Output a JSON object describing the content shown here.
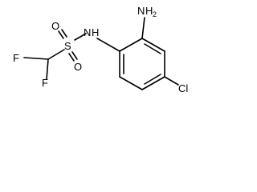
{
  "molecule": {
    "labels": {
      "nh2_n": "N",
      "nh2_h": "H",
      "nh2_sub": "2",
      "nh_n": "N",
      "nh_h": "H",
      "s": "S",
      "o_top": "O",
      "o_bottom": "O",
      "f_left": "F",
      "f_bottom": "F",
      "cl": "Cl"
    }
  }
}
